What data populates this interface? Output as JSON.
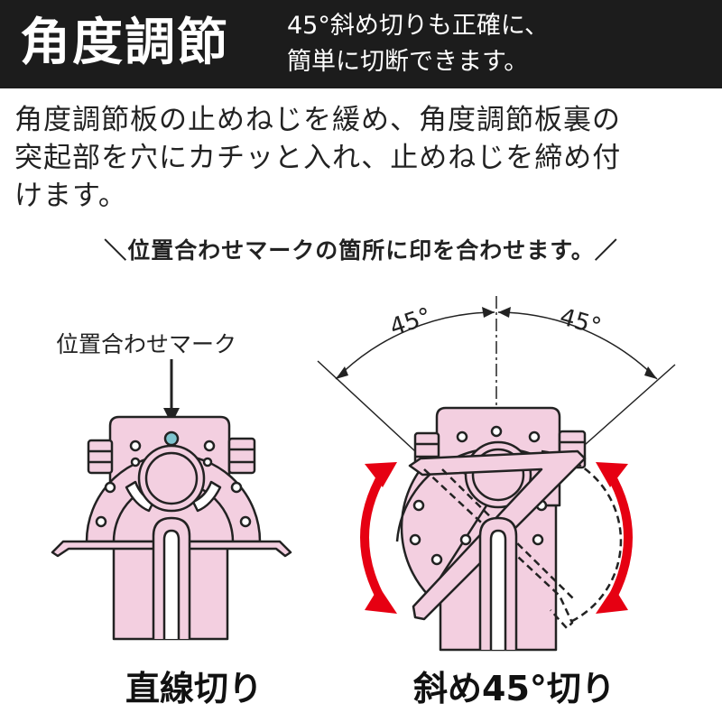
{
  "header": {
    "title": "角度調節",
    "subtitle_lines": [
      "45°斜め切りも正確に、",
      "簡単に切断できます。"
    ]
  },
  "body": {
    "lines": [
      "角度調節板の止めねじを緩め、角度調節板裏の",
      "突起部を穴にカチッと入れ、止めねじを締め付",
      "けます。"
    ]
  },
  "note": "位置合わせマークの箇所に印を合わせます。",
  "diagram_left": {
    "mark_label": "位置合わせマーク",
    "caption": "直線切り"
  },
  "diagram_right": {
    "angle_left": "45°",
    "angle_right": "45°",
    "caption": "斜め45°切り"
  },
  "colors": {
    "header_bg": "#1c1c1c",
    "part_pink": "#f3cfe0",
    "arrow_red": "#e60012",
    "mark_blue": "#7fc4cf"
  }
}
